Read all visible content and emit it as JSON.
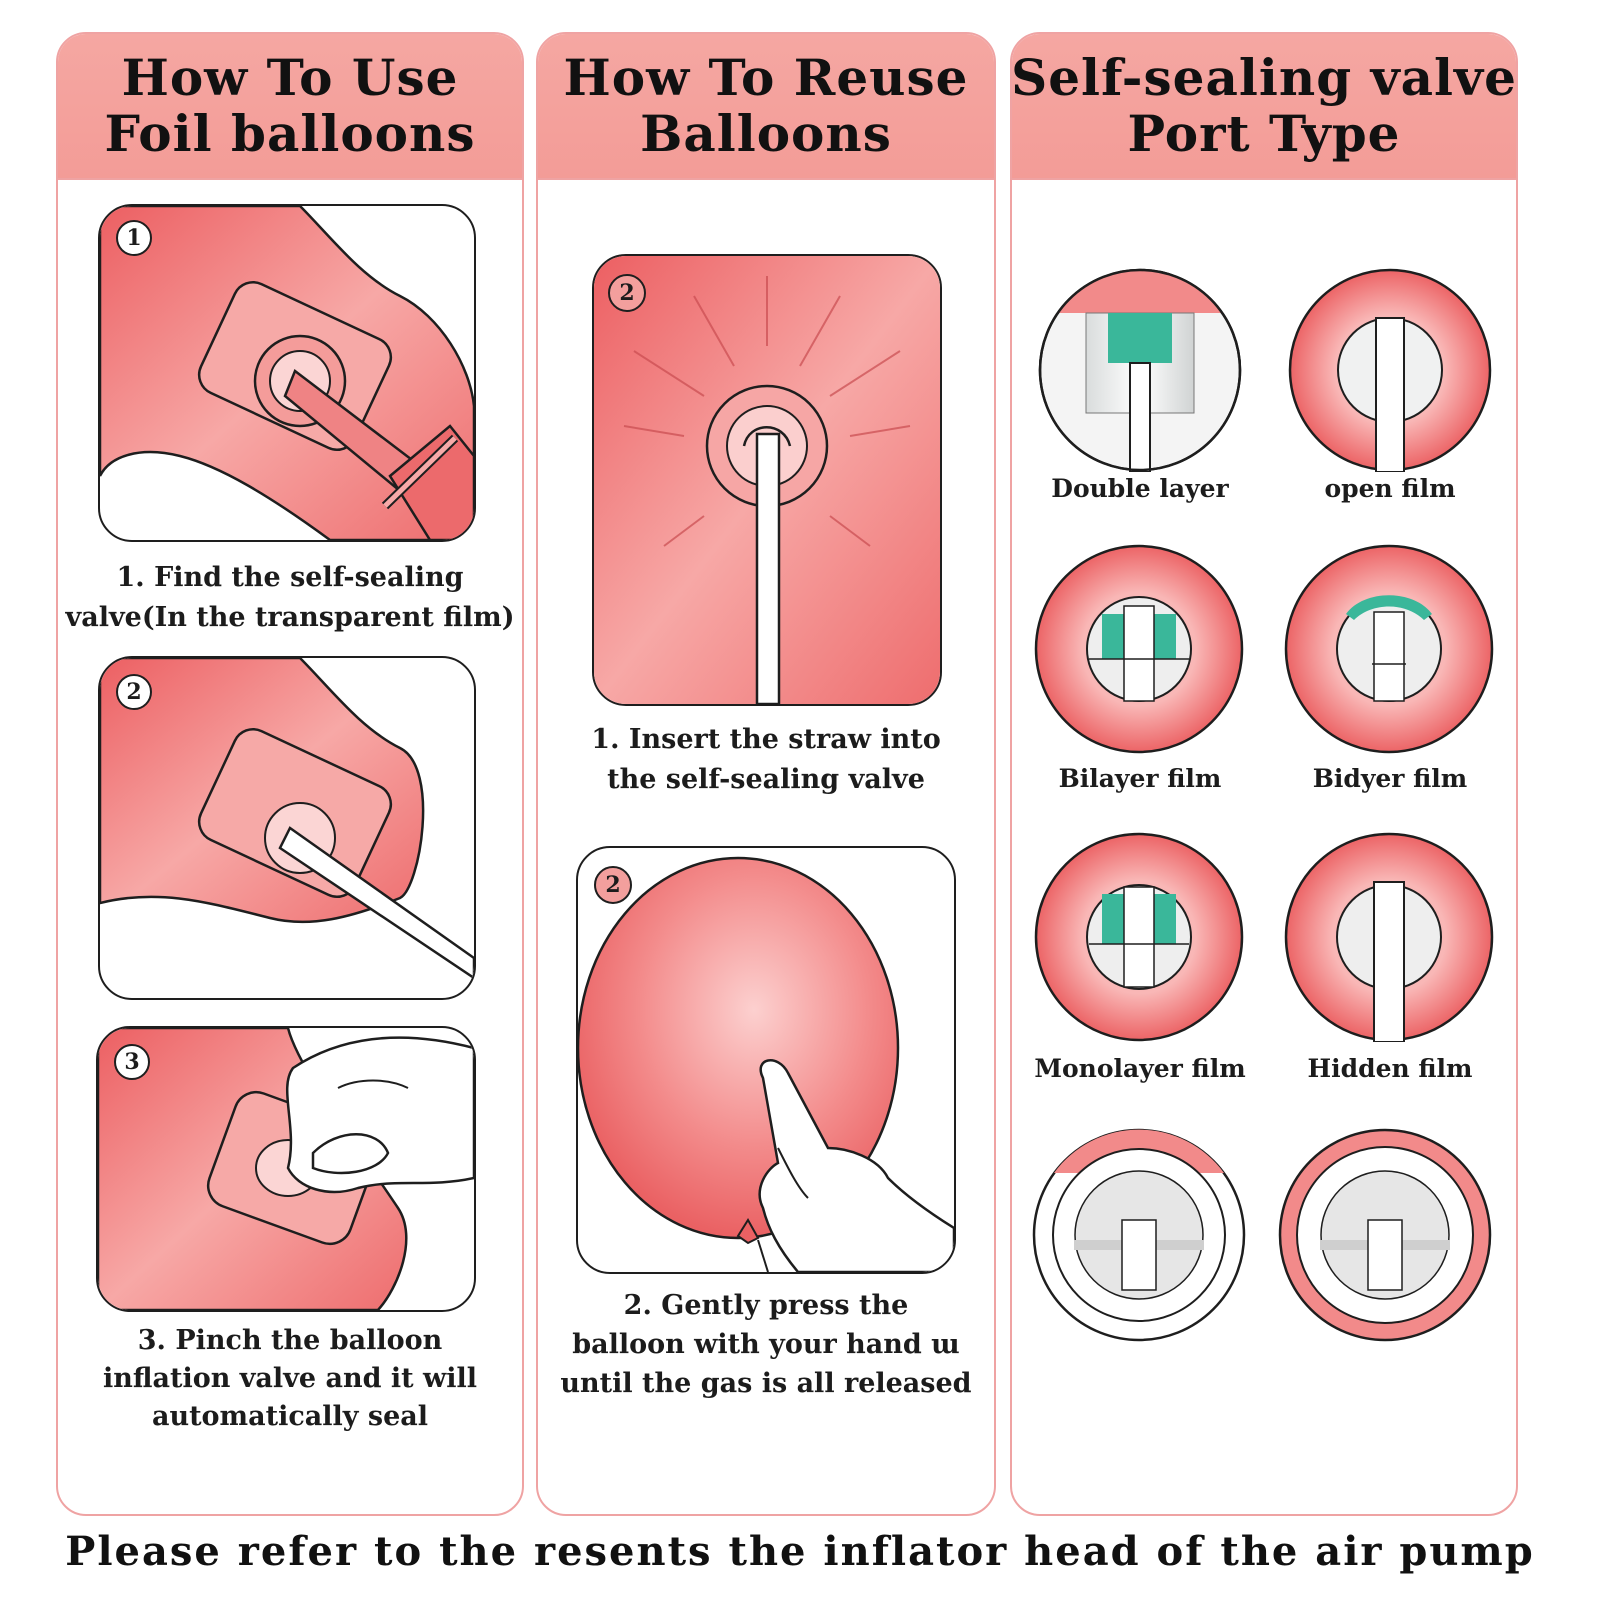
{
  "columns": [
    {
      "title_line1": "How To Use",
      "title_line2": "Foil balloons",
      "steps": [
        {
          "number": "1",
          "caption_line1": "1. Find the self-sealing",
          "caption_line2": "valve(In the transparent film)"
        },
        {
          "number": "2"
        },
        {
          "number": "3",
          "caption_line1": "3. Pinch the balloon",
          "caption_line2": "inflation valve and it will",
          "caption_line3": "automatically seal"
        }
      ]
    },
    {
      "title_line1": "How To Reuse",
      "title_line2": "Balloons",
      "steps": [
        {
          "number": "2",
          "caption_line1": "1. Insert the straw into",
          "caption_line2": "the self-sealing valve"
        },
        {
          "number": "2",
          "caption_line1": "2. Gently press the",
          "caption_line2": "balloon with your hand ɯ",
          "caption_line3": "until the gas is all released"
        }
      ]
    },
    {
      "title_line1": "Self-sealing valve",
      "title_line2": "Port Type",
      "valves": [
        {
          "label": "Double layer",
          "icon": "double-layer-valve-icon"
        },
        {
          "label": "open film",
          "icon": "open-film-valve-icon"
        },
        {
          "label": "Bilayer film",
          "icon": "bilayer-film-valve-icon"
        },
        {
          "label": "Bidyer film",
          "icon": "bidyer-film-valve-icon"
        },
        {
          "label": "Monolayer film",
          "icon": "monolayer-film-valve-icon"
        },
        {
          "label": "Hidden film",
          "icon": "hidden-film-valve-icon"
        },
        {
          "label": "",
          "icon": "inflator-head-valve-icon"
        },
        {
          "label": "",
          "icon": "inflator-head-valve-icon"
        }
      ]
    }
  ],
  "footer": "Please refer to the resents the inflator head of the air pump",
  "colors": {
    "header_pink": "#f5a7a2",
    "balloon_pink": "#ee6f70",
    "balloon_light": "#fbc2c0",
    "border_pink": "#efa3a3",
    "film_green": "#3ab79a",
    "outline": "#1e1e1e"
  }
}
